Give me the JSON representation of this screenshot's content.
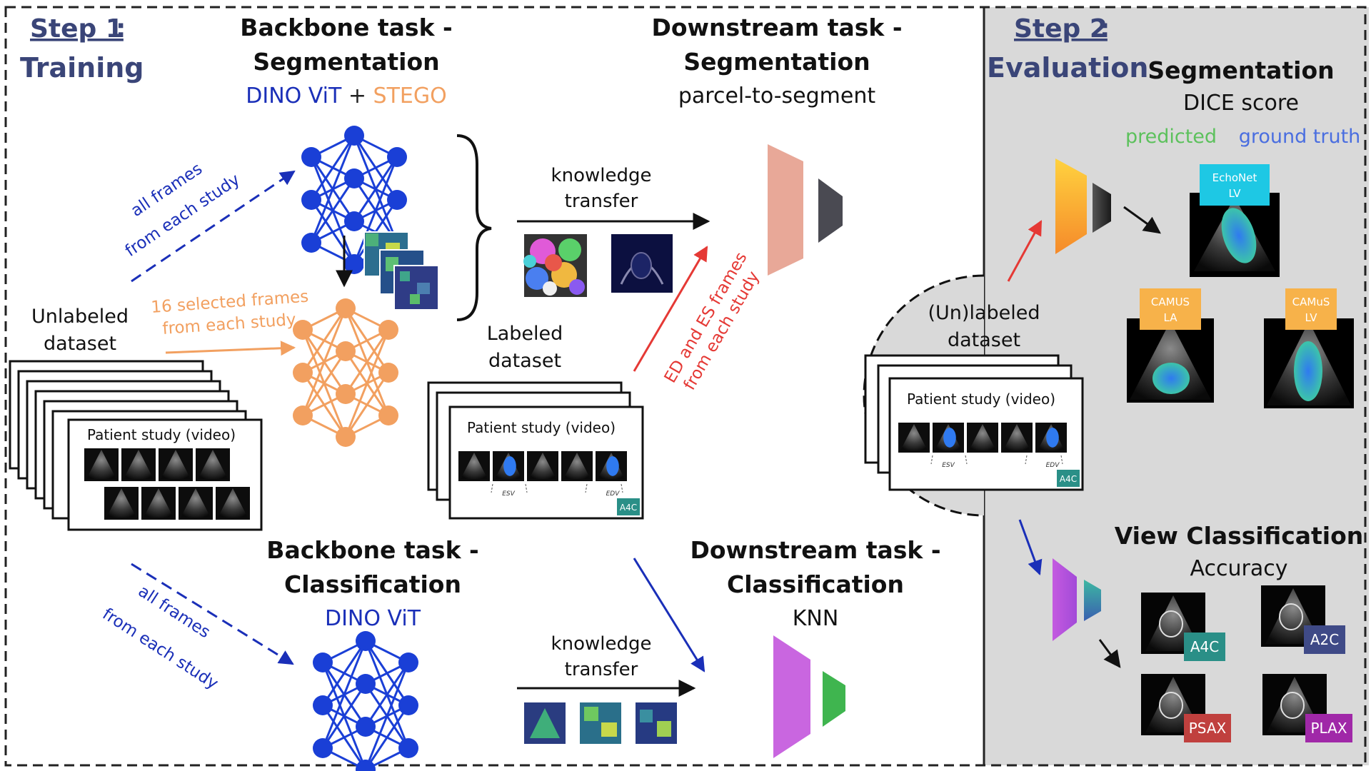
{
  "step1": {
    "label": "Step 1",
    "suffix": ":",
    "sub": "Training"
  },
  "step2": {
    "label": "Step 2",
    "suffix": ":",
    "sub": "Evaluation"
  },
  "backbone_seg": {
    "title1": "Backbone task -",
    "title2": "Segmentation",
    "model_a": "DINO ViT",
    "plus": " + ",
    "model_b": "STEGO"
  },
  "downstream_seg": {
    "title1": "Downstream task -",
    "title2": "Segmentation",
    "method": "parcel-to-segment"
  },
  "backbone_cls": {
    "title1": "Backbone task -",
    "title2": "Classification",
    "model": "DINO ViT"
  },
  "downstream_cls": {
    "title1": "Downstream task -",
    "title2": "Classification",
    "method": "KNN"
  },
  "annotations": {
    "all_frames_1": "all frames",
    "from_each_study_1": "from each study",
    "selected_1": "16 selected frames",
    "selected_2": "from each study",
    "all_frames_2": "all frames",
    "from_each_study_2": "from each study",
    "ed_es_1": "ED and ES frames",
    "ed_es_2": "from each study",
    "kt_1a": "knowledge",
    "kt_1b": "transfer",
    "kt_2a": "knowledge",
    "kt_2b": "transfer"
  },
  "datasets": {
    "unlabeled_1": "Unlabeled",
    "unlabeled_2": "dataset",
    "labeled_1": "Labeled",
    "labeled_2": "dataset",
    "unlabeled_eval_1": "(Un)labeled",
    "unlabeled_eval_2": "dataset",
    "study_label": "Patient study (video)",
    "esv": "ESV",
    "edv": "EDV",
    "a4c_badge": "A4C"
  },
  "eval_seg": {
    "title": "Segmentation",
    "metric": "DICE score",
    "legend_pred": "predicted",
    "legend_gt": "ground truth",
    "echonet_1": "EchoNet",
    "echonet_2": "LV",
    "camus_la_1": "CAMUS",
    "camus_la_2": "LA",
    "camus_lv_1": "CAMuS",
    "camus_lv_2": "LV"
  },
  "eval_cls": {
    "title": "View Classification",
    "metric": "Accuracy",
    "views": [
      "A4C",
      "A2C",
      "PSAX",
      "PLAX"
    ]
  },
  "colors": {
    "navy": "#2e3a6b",
    "blue_net": "#1a3fd6",
    "orange_net": "#f2a060",
    "green_pred": "#5cc15c",
    "blue_gt": "#4a6ee0",
    "red_arrow": "#e53935",
    "salmon_decoder": "#e8a898",
    "dark_decoder": "#4a4a52",
    "purple_decoder": "#c966e0",
    "green_decoder": "#3fb54f",
    "cyan_badge": "#1ec8e4",
    "orange_badge": "#f7b24a",
    "teal_badge": "#2a8f87",
    "indigo_badge": "#3f4a87",
    "red_badge": "#c0403e",
    "magenta_badge": "#a028a8",
    "eval_bg": "#d9d9d9"
  }
}
